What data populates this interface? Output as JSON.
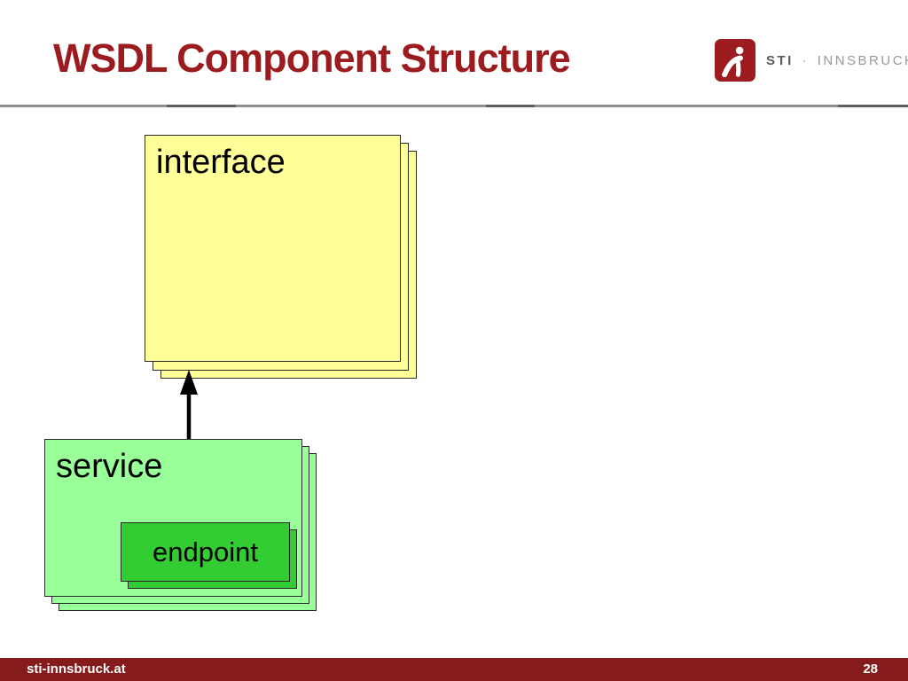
{
  "header": {
    "title": "WSDL Component Structure"
  },
  "logo": {
    "org": "STI",
    "separator": "·",
    "city": "INNSBRUCK"
  },
  "diagram": {
    "interface": {
      "label": "interface",
      "stack_count": 3,
      "fill": "#FFFF99"
    },
    "service": {
      "label": "service",
      "stack_count": 3,
      "fill": "#99FF99"
    },
    "endpoint": {
      "label": "endpoint",
      "stack_count": 2,
      "fill": "#33CC33"
    },
    "arrow": {
      "from": "service",
      "to": "interface",
      "direction": "up"
    }
  },
  "footer": {
    "site": "sti-innsbruck.at",
    "page_number": "28"
  },
  "colors": {
    "title": "#9B1B1F",
    "footer": "#851B1B",
    "logo": "#9E1B20",
    "interface": "#FFFF99",
    "service": "#99FF99",
    "endpoint": "#33CC33",
    "border": "#2a2a2a"
  }
}
